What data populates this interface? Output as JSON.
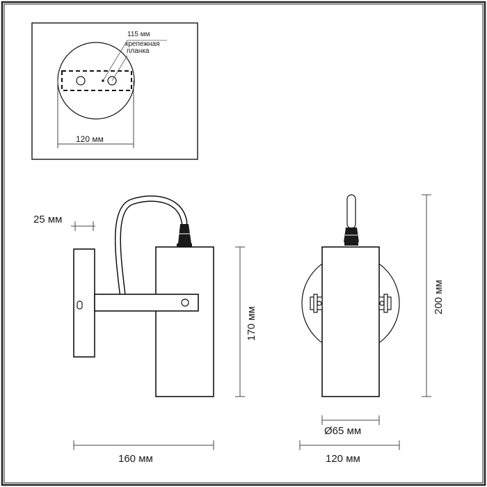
{
  "inset": {
    "leader_top_label": "115 мм",
    "leader_bottom_label_line1": "крепежная",
    "leader_bottom_label_line2": "планка",
    "width_label": "120 мм"
  },
  "side_view": {
    "offset_label": "25 мм",
    "height_label": "170 мм",
    "width_label": "160 мм"
  },
  "front_view": {
    "diameter_label": "Ø65 мм",
    "height_label": "200 мм",
    "width_label": "120 мм"
  }
}
